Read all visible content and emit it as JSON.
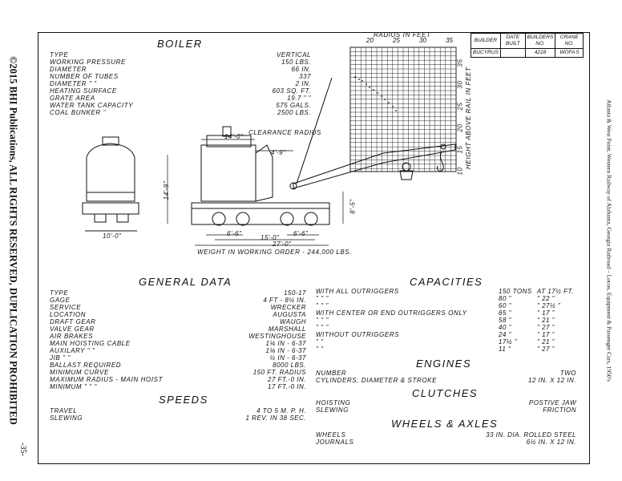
{
  "margins": {
    "copyright": "©2015 BHI Publications, ALL RIGHTS RESERVED, DUPLICATION PROHIBITED",
    "page_number": "-35-",
    "source": "Atlanta & West Point, Western Railway of Alabama, Georgia Railroad – Locos, Equipment & Passenger Cars, 1950's"
  },
  "builder_table": {
    "headers": [
      "BUILDER",
      "DATE BUILT",
      "BUILDERS NO.",
      "CRANE NO."
    ],
    "row": [
      "BUCYRUS",
      "",
      "4218",
      "WOFA 5"
    ]
  },
  "boiler": {
    "title": "BOILER",
    "rows": [
      {
        "label": "TYPE",
        "value": "VERTICAL"
      },
      {
        "label": "WORKING PRESSURE",
        "value": "150 LBS."
      },
      {
        "label": "DIAMETER",
        "value": "66 IN."
      },
      {
        "label": "NUMBER OF TUBES",
        "value": "337"
      },
      {
        "label": "DIAMETER \"   \"",
        "value": "2 IN."
      },
      {
        "label": "HEATING SURFACE",
        "value": "603 SQ. FT."
      },
      {
        "label": "GRATE AREA",
        "value": "19.7 \"  \""
      },
      {
        "label": "WATER TANK CAPACITY",
        "value": "575 GALS."
      },
      {
        "label": "COAL BUNKER   \"",
        "value": "2500 LBS."
      }
    ]
  },
  "drawing": {
    "radius_label": "RADIUS IN FEET",
    "radius_ticks": [
      "20",
      "25",
      "30",
      "35"
    ],
    "height_label": "HEIGHT ABOVE RAIL IN FEET",
    "height_ticks": [
      "10",
      "15",
      "20",
      "25",
      "30",
      "35"
    ],
    "clearance": "CLEARANCE RADIUS",
    "dims": {
      "d14": "14'-0\"",
      "d4_9": "4'-9\"",
      "d14_9": "14'-9\"",
      "d8_5": "8'-5\"",
      "d10": "10'-0\"",
      "d6_6a": "6'-6\"",
      "d6_6b": "6'-6\"",
      "d15": "15'-0\"",
      "d27": "27'-0\""
    },
    "weight": "WEIGHT IN WORKING ORDER - 244,000 LBS."
  },
  "general": {
    "title": "GENERAL DATA",
    "rows": [
      {
        "label": "TYPE",
        "value": "150-17"
      },
      {
        "label": "GAGE",
        "value": "4 FT - 8½ IN."
      },
      {
        "label": "SERVICE",
        "value": "WRECKER"
      },
      {
        "label": "LOCATION",
        "value": "AUGUSTA"
      },
      {
        "label": "DRAFT GEAR",
        "value": "WAUGH"
      },
      {
        "label": "VALVE GEAR",
        "value": "MARSHALL"
      },
      {
        "label": "AIR BRAKES",
        "value": "WESTINGHOUSE"
      },
      {
        "label": "MAIN HOISTING  CABLE",
        "value": "1⅛ IN - 6-37"
      },
      {
        "label": "AUXILARY   \"     \"",
        "value": "1⅛ IN - 6-37"
      },
      {
        "label": "JIB        \"     \"",
        "value": "½ IN - 6-37"
      },
      {
        "label": "BALLAST REQUIRED",
        "value": "8000 LBS."
      },
      {
        "label": "MINIMUM CURVE",
        "value": "150 FT. RADIUS"
      },
      {
        "label": "MAXIMUM RADIUS - MAIN HOIST",
        "value": "27 FT.-0 IN."
      },
      {
        "label": "MINIMUM    \"       \"     \"",
        "value": "17 FT.-0 IN."
      }
    ]
  },
  "speeds": {
    "title": "SPEEDS",
    "rows": [
      {
        "label": "TRAVEL",
        "value": "4 TO 5 M. P. H."
      },
      {
        "label": "SLEWING",
        "value": "1 REV. IN 38 SEC."
      }
    ]
  },
  "capacities": {
    "title": "CAPACITIES",
    "rows": [
      {
        "label": "WITH ALL OUTRIGGERS",
        "tons": "150 TONS",
        "at": "AT 17½ FT."
      },
      {
        "label": "\"       \"          \"",
        "tons": "80   \"",
        "at": "\"   22  \""
      },
      {
        "label": "\"       \"          \"",
        "tons": "60   \"",
        "at": "\"   27½ \""
      },
      {
        "label": "WITH CENTER OR END OUTRIGGERS ONLY",
        "tons": "65   \"",
        "at": "\"   17  \""
      },
      {
        "label": "\"       \"          \"",
        "tons": "58   \"",
        "at": "\"   21  \""
      },
      {
        "label": "\"       \"          \"",
        "tons": "40   \"",
        "at": "\"   27  \""
      },
      {
        "label": "WITHOUT  OUTRIGGERS",
        "tons": "24   \"",
        "at": "\"   17  \""
      },
      {
        "label": "\"       \"",
        "tons": "17½  \"",
        "at": "\"   21  \""
      },
      {
        "label": "\"       \"",
        "tons": "11   \"",
        "at": "\"   27  \""
      }
    ]
  },
  "engines": {
    "title": "ENGINES",
    "rows": [
      {
        "label": "NUMBER",
        "value": "TWO"
      },
      {
        "label": "CYLINDERS, DIAMETER & STROKE",
        "value": "12 IN. x 12 IN."
      }
    ]
  },
  "clutches": {
    "title": "CLUTCHES",
    "rows": [
      {
        "label": "HOISTING",
        "value": "POSTIVE JAW"
      },
      {
        "label": "SLEWING",
        "value": "FRICTION"
      }
    ]
  },
  "wheels": {
    "title": "WHEELS & AXLES",
    "rows": [
      {
        "label": "WHEELS",
        "value": "33 IN. DIA. ROLLED STEEL"
      },
      {
        "label": "JOURNALS",
        "value": "6½ IN. x 12 IN."
      }
    ]
  }
}
